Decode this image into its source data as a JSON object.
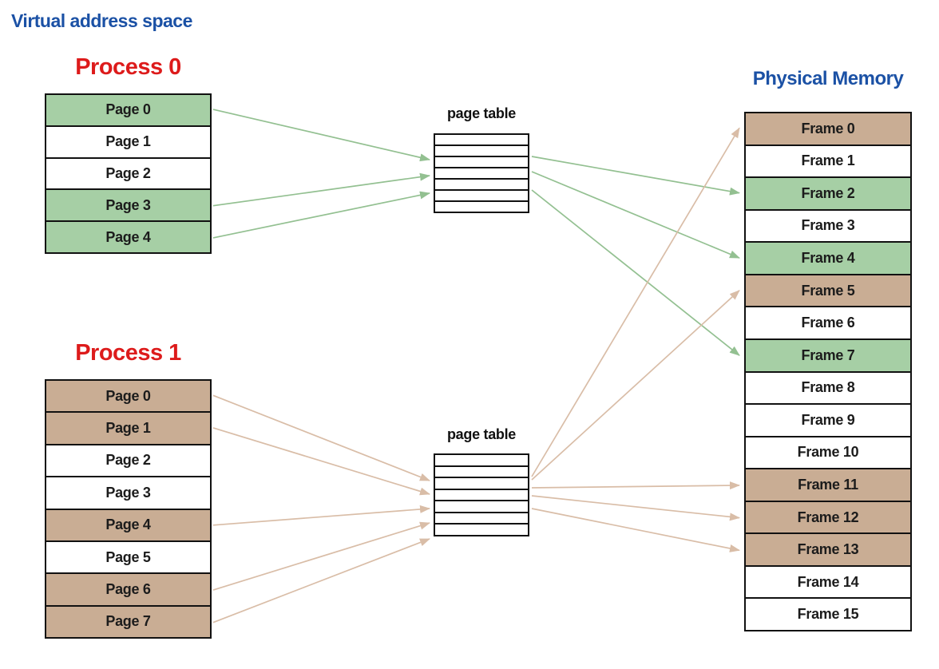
{
  "title": "Virtual address space",
  "colors": {
    "heading_blue": "#1b51a5",
    "heading_red": "#dd1b1b",
    "green_fill": "#a6cfa5",
    "tan_fill": "#c9ad94",
    "green_arrow": "#93c091",
    "tan_arrow": "#d9bda7",
    "border": "#111111"
  },
  "process0": {
    "title": "Process 0",
    "pages": [
      {
        "label": "Page 0",
        "fill": "green"
      },
      {
        "label": "Page 1",
        "fill": "none"
      },
      {
        "label": "Page 2",
        "fill": "none"
      },
      {
        "label": "Page 3",
        "fill": "green"
      },
      {
        "label": "Page 4",
        "fill": "green"
      }
    ]
  },
  "process1": {
    "title": "Process 1",
    "pages": [
      {
        "label": "Page 0",
        "fill": "tan"
      },
      {
        "label": "Page 1",
        "fill": "tan"
      },
      {
        "label": "Page 2",
        "fill": "none"
      },
      {
        "label": "Page 3",
        "fill": "none"
      },
      {
        "label": "Page 4",
        "fill": "tan"
      },
      {
        "label": "Page 5",
        "fill": "none"
      },
      {
        "label": "Page 6",
        "fill": "tan"
      },
      {
        "label": "Page 7",
        "fill": "tan"
      }
    ]
  },
  "page_table0": {
    "label": "page table",
    "rows": 7
  },
  "page_table1": {
    "label": "page table",
    "rows": 7
  },
  "physical_memory": {
    "title": "Physical Memory",
    "frames": [
      {
        "label": "Frame 0",
        "fill": "tan"
      },
      {
        "label": "Frame 1",
        "fill": "none"
      },
      {
        "label": "Frame 2",
        "fill": "green"
      },
      {
        "label": "Frame 3",
        "fill": "none"
      },
      {
        "label": "Frame 4",
        "fill": "green"
      },
      {
        "label": "Frame 5",
        "fill": "tan"
      },
      {
        "label": "Frame 6",
        "fill": "none"
      },
      {
        "label": "Frame 7",
        "fill": "green"
      },
      {
        "label": "Frame 8",
        "fill": "none"
      },
      {
        "label": "Frame 9",
        "fill": "none"
      },
      {
        "label": "Frame 10",
        "fill": "none"
      },
      {
        "label": "Frame 11",
        "fill": "tan"
      },
      {
        "label": "Frame 12",
        "fill": "tan"
      },
      {
        "label": "Frame 13",
        "fill": "tan"
      },
      {
        "label": "Frame 14",
        "fill": "none"
      },
      {
        "label": "Frame 15",
        "fill": "none"
      }
    ]
  },
  "mappings": {
    "process0_pages_to_table": [
      "Page 0",
      "Page 3",
      "Page 4"
    ],
    "table0_to_frames": [
      "Frame 2",
      "Frame 4",
      "Frame 7"
    ],
    "process1_pages_to_table": [
      "Page 0",
      "Page 1",
      "Page 4",
      "Page 6",
      "Page 7"
    ],
    "table1_to_frames": [
      "Frame 0",
      "Frame 5",
      "Frame 11",
      "Frame 12",
      "Frame 13"
    ]
  }
}
